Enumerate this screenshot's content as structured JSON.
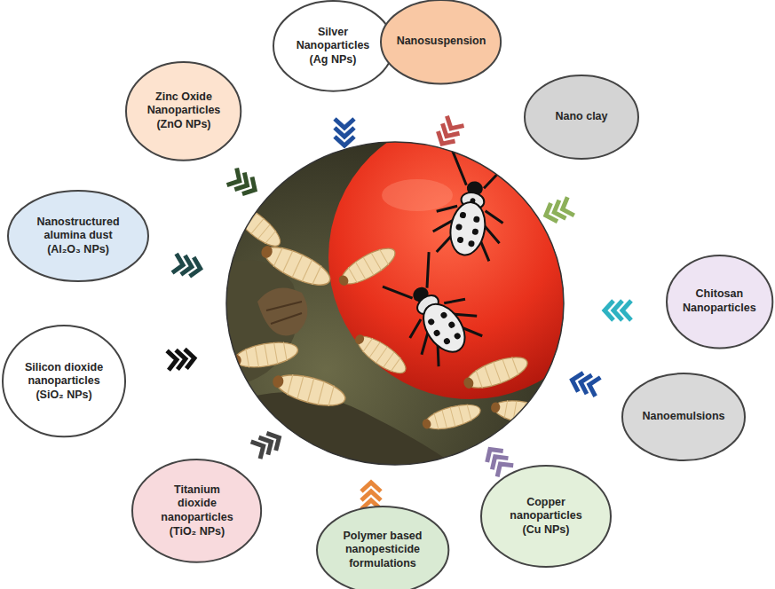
{
  "diagram": {
    "nodes": [
      {
        "text": [
          "Zinc Oxide Nanoparticles (ZnO NPs)"
        ]
      },
      {
        "text": [
          "Silver Nanoparticles (Ag NPs)"
        ]
      },
      {
        "text": [
          "Nanosuspension"
        ]
      },
      {
        "text": [
          "Nano clay"
        ]
      },
      {
        "text": [
          "Nanostructured alumina dust (Al₂O₃ NPs)"
        ]
      },
      {
        "text": [
          "Chitosan Nanoparticles"
        ]
      },
      {
        "text": [
          "Silicon dioxide nanoparticles (SiO₂ NPs)"
        ]
      },
      {
        "text": [
          "Nanoemulsions"
        ]
      },
      {
        "text": [
          "Titanium dioxide nanoparticles (TiO₂ NPs)"
        ]
      },
      {
        "text": [
          "Polymer based nanopesticide formulations"
        ]
      },
      {
        "text": [
          "Copper nanoparticles (Cu NPs)"
        ]
      }
    ]
  }
}
